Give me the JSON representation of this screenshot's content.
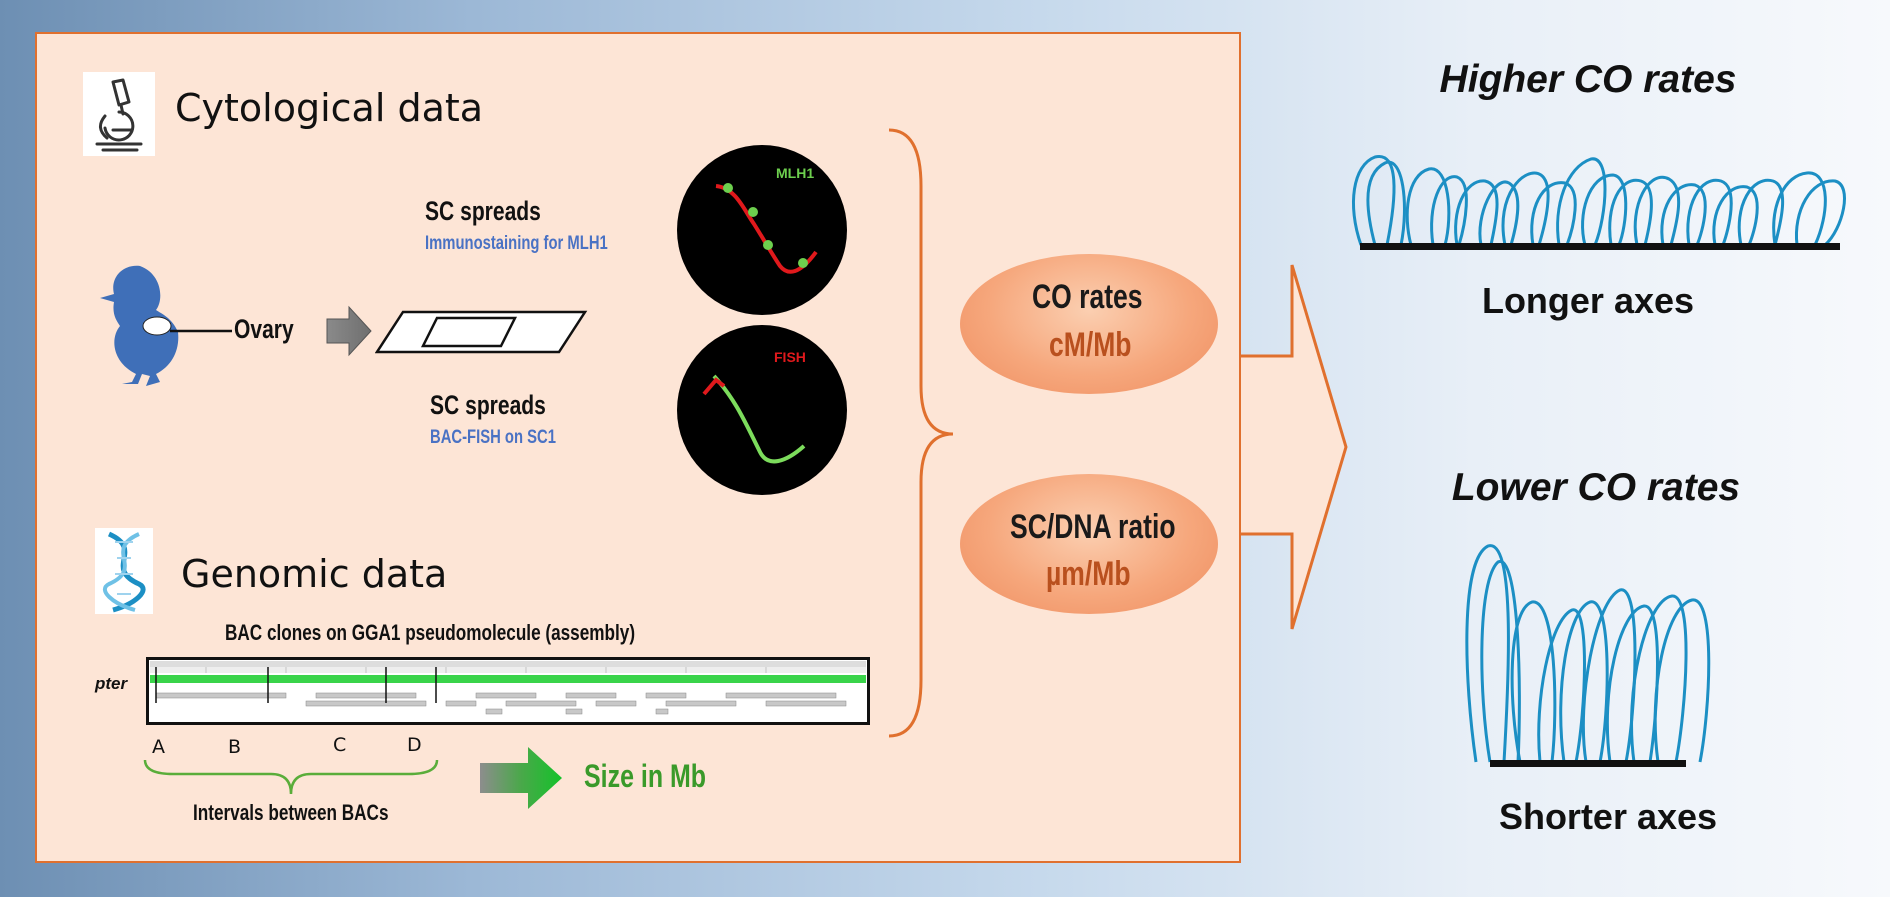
{
  "cytological": {
    "title": "Cytological data"
  },
  "genomic": {
    "title": "Genomic data"
  },
  "workflow": {
    "ovary_label": "Ovary",
    "spread1_title": "SC spreads",
    "spread1_sub": "Immunostaining for MLH1",
    "spread2_title": "SC spreads",
    "spread2_sub": "BAC-FISH on SC1",
    "micro1_label": "MLH1",
    "micro2_label": "FISH"
  },
  "bac": {
    "title": "BAC clones on GGA1 pseudomolecule (assembly)",
    "pter": "pter",
    "letters": [
      "A",
      "B",
      "C",
      "D"
    ],
    "intervals_label": "Intervals between BACs",
    "size_label": "Size in Mb"
  },
  "ovals": [
    {
      "line1": "CO rates",
      "line2": "cM/Mb"
    },
    {
      "line1": "SC/DNA ratio",
      "line2": "µm/Mb"
    }
  ],
  "right": {
    "top_title": "Higher CO rates",
    "top_axis": "Longer axes",
    "bottom_title": "Lower CO rates",
    "bottom_axis": "Shorter axes"
  },
  "colors": {
    "panel_bg": "#fde5d6",
    "panel_border": "#e0702e",
    "loop_blue": "#1c8fc4",
    "chick_blue": "#3f6fb8",
    "size_green": "#3a9a2a",
    "subtitle_blue": "#4a72c4"
  },
  "icons": [
    "microscope-icon",
    "dna-icon",
    "chick-icon",
    "right-arrow-icon",
    "green-arrow-icon"
  ]
}
